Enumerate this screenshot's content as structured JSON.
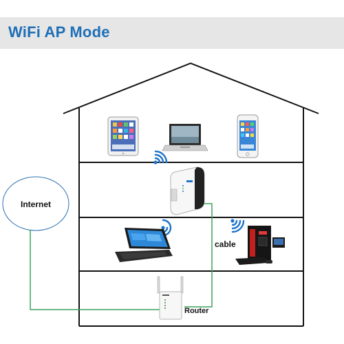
{
  "title": "WiFi AP Mode",
  "labels": {
    "internet": "Internet",
    "cable": "cable",
    "router": "Router"
  },
  "colors": {
    "title_text": "#1f6fb7",
    "banner_bg": "#e6e6e6",
    "cable": "#3aa35a",
    "wifi_signal": "#1e73c9",
    "house_outline": "#111111"
  },
  "icons": [
    "tablet-icon",
    "laptop-icon",
    "smartphone-icon",
    "wifi-repeater-icon",
    "convertible-laptop-icon",
    "desktop-pc-icon",
    "router-icon",
    "wifi-signal-icon"
  ]
}
